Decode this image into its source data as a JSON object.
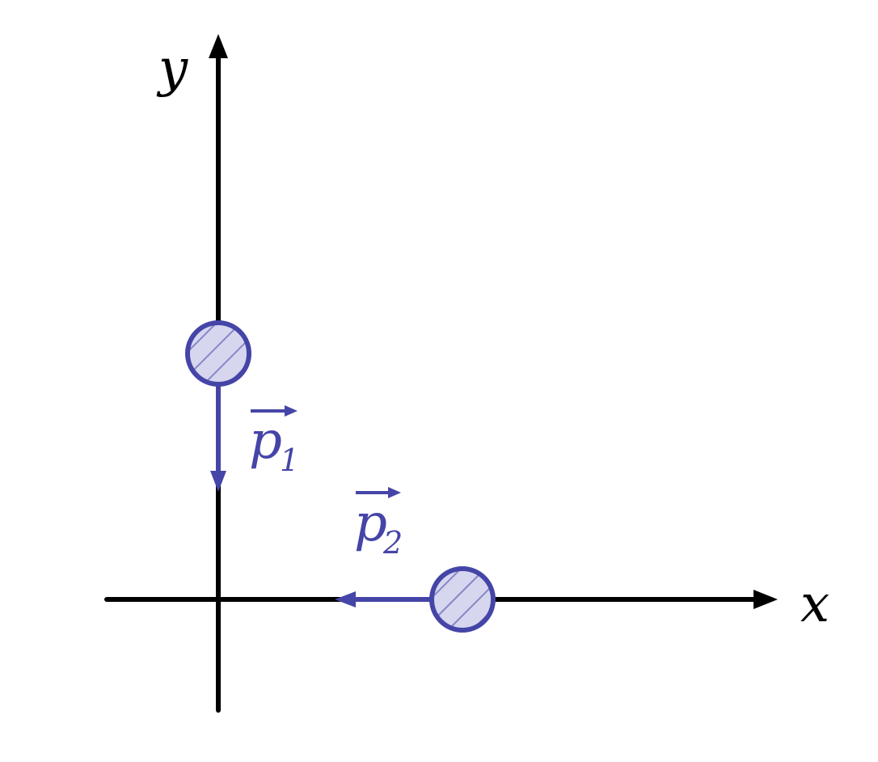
{
  "axes": {
    "x_label": "x",
    "y_label": "y"
  },
  "vectors": {
    "p1": {
      "symbol": "p",
      "subscript": "1"
    },
    "p2": {
      "symbol": "p",
      "subscript": "2"
    }
  },
  "colors": {
    "axis": "#000000",
    "particle_stroke": "#4545a8",
    "particle_fill": "#d6d6ef",
    "vector": "#4545a8"
  }
}
